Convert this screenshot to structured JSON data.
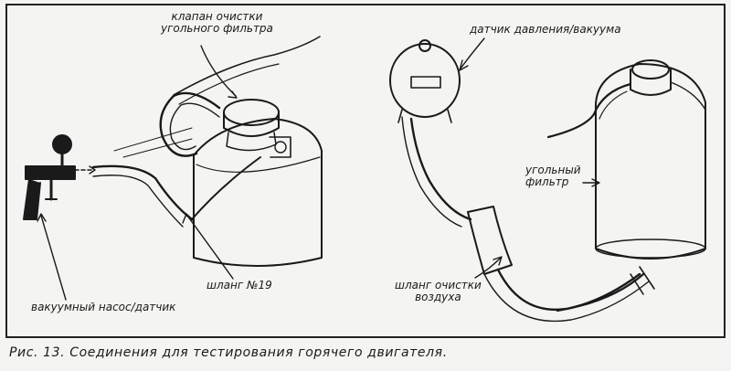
{
  "labels": {
    "purge_valve_l1": "клапан очистки",
    "purge_valve_l2": "угольного фильтра",
    "vacuum_pump": "вакуумный насос/датчик",
    "hose_19": "шланг №19",
    "pressure_gauge": "датчик давления/вакуума",
    "charcoal_filter_l1": "угольный",
    "charcoal_filter_l2": "фильтр",
    "air_hose_l1": "шланг очистки",
    "air_hose_l2": "воздуха"
  },
  "caption": "Рис. 13. Соединения для тестирования горячего двигателя."
}
